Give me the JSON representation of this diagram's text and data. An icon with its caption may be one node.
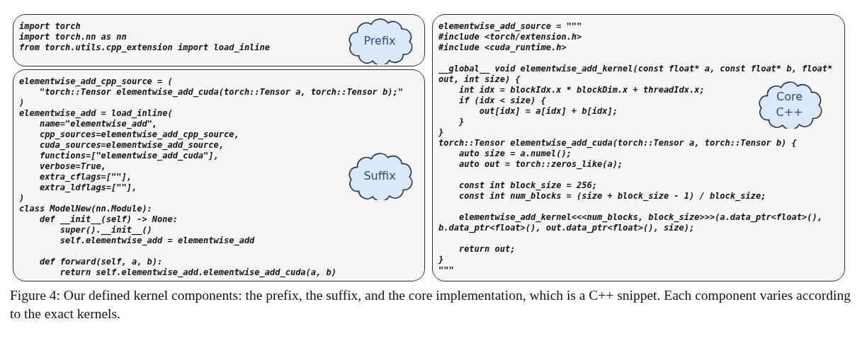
{
  "diagram": {
    "caption": "Figure 4: Our defined kernel components: the prefix, the suffix, and the core implementation, which is a C++ snippet. Each component varies according to the exact kernels.",
    "nodes": [
      {
        "text": [
          "import torch",
          "import torch.nn as nn",
          "from torch.utils.cpp_extension import load_inline"
        ]
      },
      {
        "text": [
          "Prefix"
        ],
        "in": 0
      },
      {
        "text": [
          "elementwise_add_cpp_source = (",
          "    \"torch::Tensor elementwise_add_cuda(torch::Tensor a, torch::Tensor b);\"",
          ")",
          "elementwise_add = load_inline(",
          "    name=\"elementwise_add\",",
          "    cpp_sources=elementwise_add_cpp_source,",
          "    cuda_sources=elementwise_add_source,",
          "    functions=[\"elementwise_add_cuda\"],",
          "    verbose=True,",
          "    extra_cflags=[\"\"],",
          "    extra_ldflags=[\"\"],",
          ")",
          "class ModelNew(nn.Module):",
          "    def __init__(self) -> None:",
          "        super().__init__()",
          "        self.elementwise_add = elementwise_add",
          "    def forward(self, a, b):",
          "        return self.elementwise_add.elementwise_add_cuda(a, b)"
        ]
      },
      {
        "text": [
          "Suffix"
        ],
        "in": 2
      },
      {
        "text": [
          "elementwise_add_source = \"\"\"",
          "#include <torch/extension.h>",
          "#include <cuda_runtime.h>",
          "__global__ void elementwise_add_kernel(const float* a, const float* b, float* out, int size) {",
          "    int idx = blockIdx.x * blockDim.x + threadIdx.x;",
          "    if (idx < size) {",
          "        out[idx] = a[idx] + b[idx];",
          "    }",
          "}",
          "torch::Tensor elementwise_add_cuda(torch::Tensor a, torch::Tensor b) {",
          "    auto size = a.numel();",
          "    auto out = torch::zeros_like(a);",
          "    const int block_size = 256;",
          "    const int num_blocks = (size + block_size - 1) / block_size;",
          "    elementwise_add_kernel<<<num_blocks, block_size>>>(a.data_ptr<float>(), b.data_ptr<float>(), out.data_ptr<float>(), size);",
          "    return out;",
          "}",
          "\"\"\""
        ]
      },
      {
        "text": [
          "Core C++"
        ],
        "in": 4
      }
    ]
  }
}
